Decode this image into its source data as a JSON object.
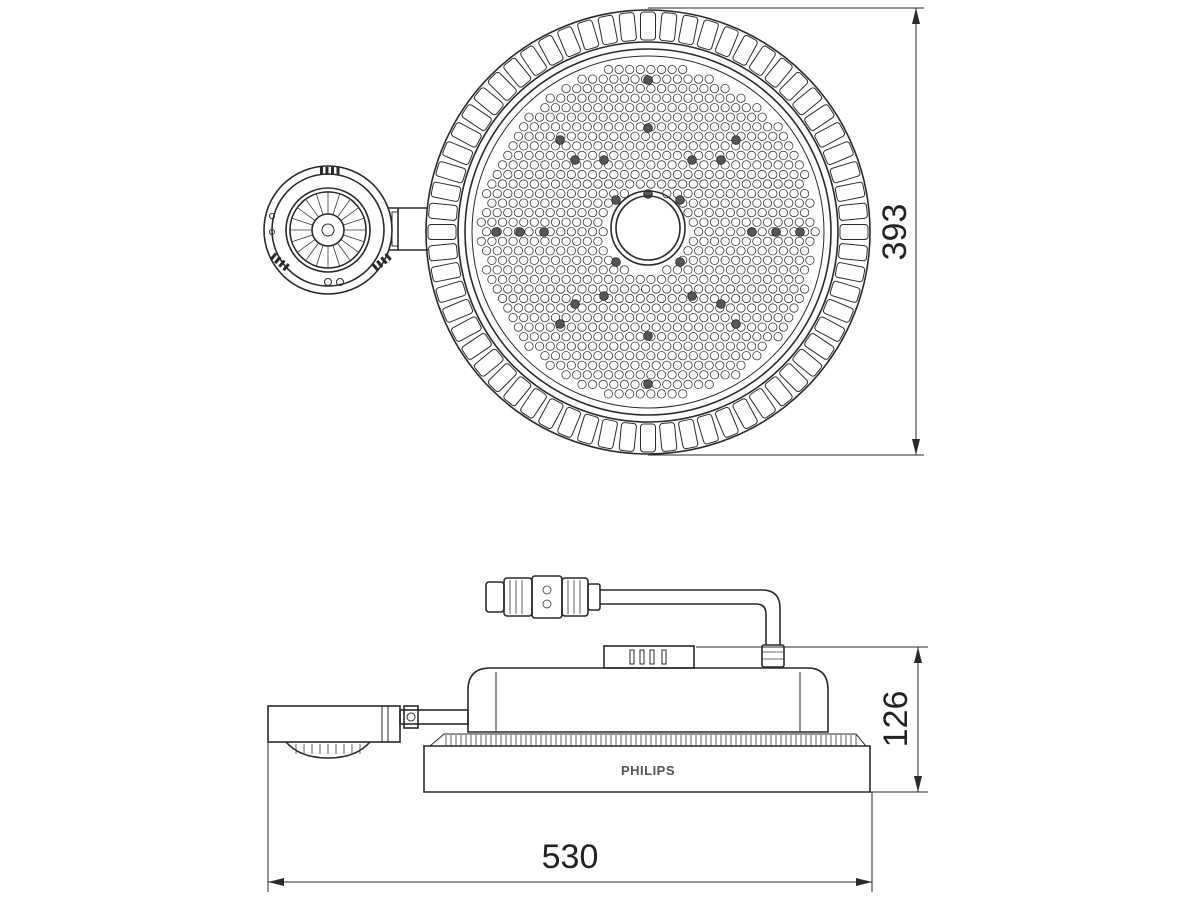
{
  "dimensions": {
    "height_top_view": "393",
    "height_side_view": "126",
    "width_side_view": "530"
  },
  "brand": "PHILIPS",
  "colors": {
    "line": "#2a2a2a",
    "background": "#ffffff"
  }
}
